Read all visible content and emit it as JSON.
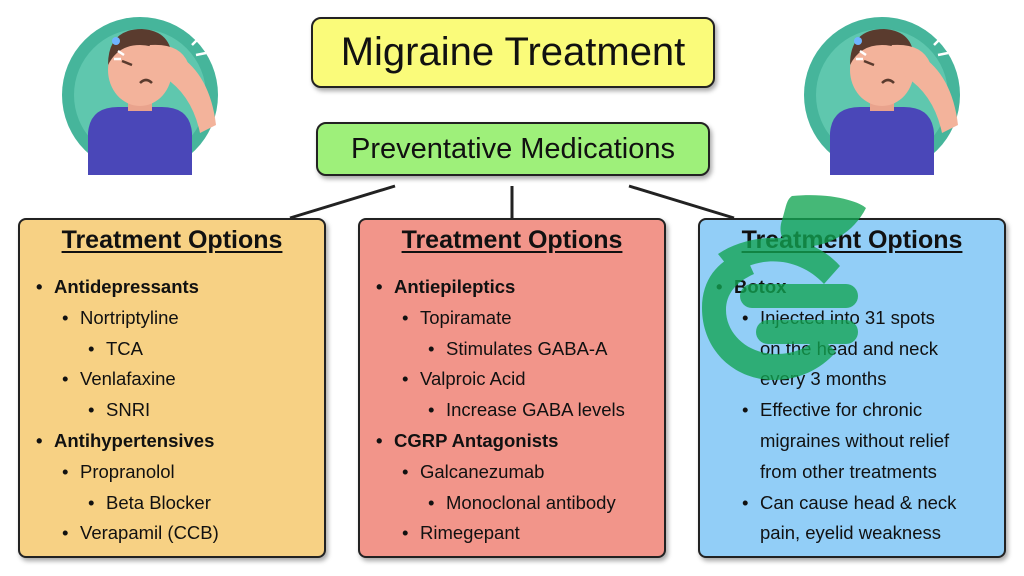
{
  "title": "Migraine Treatment",
  "subtitle": "Preventative Medications",
  "colors": {
    "title_bg": "#fafb7a",
    "subtitle_bg": "#9ef07a",
    "panel1_bg": "#f7d184",
    "panel2_bg": "#f2958a",
    "panel3_bg": "#92cef7",
    "watermark": "#12a552"
  },
  "icons": [
    "headache-person-icon",
    "headache-person-icon",
    "leaf-logo-icon"
  ],
  "panels": [
    {
      "heading": "Treatment Options",
      "items": [
        {
          "level": 1,
          "bullet": "•",
          "text": "Antidepressants"
        },
        {
          "level": 2,
          "bullet": "•",
          "text": "Nortriptyline"
        },
        {
          "level": 3,
          "bullet": "•",
          "text": "TCA"
        },
        {
          "level": 2,
          "bullet": "•",
          "text": "Venlafaxine"
        },
        {
          "level": 3,
          "bullet": "•",
          "text": "SNRI"
        },
        {
          "level": 1,
          "bullet": "•",
          "text": "Antihypertensives"
        },
        {
          "level": 2,
          "bullet": "•",
          "text": "Propranolol"
        },
        {
          "level": 3,
          "bullet": "•",
          "text": "Beta Blocker"
        },
        {
          "level": 2,
          "bullet": "•",
          "text": "Verapamil (CCB)"
        }
      ]
    },
    {
      "heading": "Treatment Options",
      "items": [
        {
          "level": 1,
          "bullet": "•",
          "text": "Antiepileptics"
        },
        {
          "level": 2,
          "bullet": "•",
          "text": "Topiramate"
        },
        {
          "level": 3,
          "bullet": "•",
          "text": "Stimulates GABA-A"
        },
        {
          "level": 2,
          "bullet": "•",
          "text": "Valproic Acid"
        },
        {
          "level": 3,
          "bullet": "•",
          "text": "Increase GABA levels"
        },
        {
          "level": 1,
          "bullet": "•",
          "text": "CGRP Antagonists"
        },
        {
          "level": 2,
          "bullet": "•",
          "text": "Galcanezumab"
        },
        {
          "level": 3,
          "bullet": "•",
          "text": "Monoclonal antibody"
        },
        {
          "level": 2,
          "bullet": "•",
          "text": "Rimegepant"
        }
      ]
    },
    {
      "heading": "Treatment Options",
      "items": [
        {
          "level": 1,
          "bullet": "•",
          "text": "Botox"
        },
        {
          "level": 2,
          "bullet": "•",
          "text": "Injected into 31 spots"
        },
        {
          "level": 2,
          "bullet": "",
          "text": "on the head and neck"
        },
        {
          "level": 2,
          "bullet": "",
          "text": "every 3 months"
        },
        {
          "level": 2,
          "bullet": "•",
          "text": "Effective for chronic"
        },
        {
          "level": 2,
          "bullet": "",
          "text": "migraines without relief"
        },
        {
          "level": 2,
          "bullet": "",
          "text": "from other treatments"
        },
        {
          "level": 2,
          "bullet": "•",
          "text": "Can cause head & neck"
        },
        {
          "level": 2,
          "bullet": "",
          "text": "pain, eyelid weakness"
        }
      ]
    }
  ]
}
